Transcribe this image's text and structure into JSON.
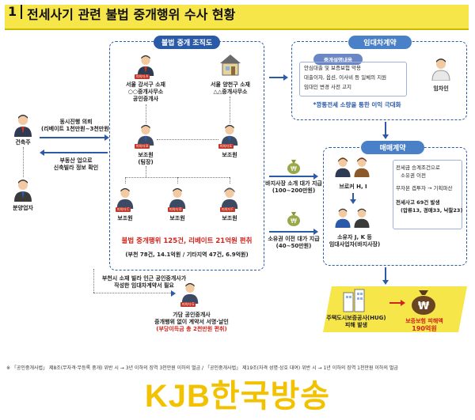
{
  "title": {
    "num": "1",
    "text": "전세사기 관련 불법 중개행위 수사 현황"
  },
  "org": {
    "label": "불법 중개 조직도",
    "office_a": {
      "tag": "피의자 A",
      "l1": "서울 강서구 소재",
      "l2": "○○중개사무소",
      "l3": "공인중개사"
    },
    "office_b": {
      "l1": "서울 양천구 소재",
      "l2": "△△중개사무소"
    },
    "tag_b": "피의자 B",
    "b_l1": "보조원",
    "b_l2": "(팀장)",
    "tag_e": "피의자 E",
    "e_l1": "보조원",
    "tag_c": "피의자 C",
    "c_l1": "보조원",
    "tag_d": "피의자 D",
    "d_l1": "보조원",
    "tag_f": "피의자 F",
    "f_l1": "보조원",
    "summary_main": "불법 중개행위 125건, 리베이트 21억원 편취",
    "summary_sub": "(부천 78건, 14.1억원 / 기타지역 47건, 6.9억원)"
  },
  "left": {
    "builder": "건축주",
    "seller": "분양업자",
    "upper_l1": "동시진행 의뢰",
    "upper_l2": "(리베이트 1천만원~3천만원)",
    "lower_l1": "부동산 업으로",
    "lower_l2": "신축빌라 정보 확인"
  },
  "lease": {
    "label": "임대차계약",
    "sub": "중개설명내용",
    "items": [
      "안심대출 및 보증보험 악용",
      "대출이자, 옵션, 이사비 등 일체의 지원",
      "임대인 변경 사전 고지"
    ],
    "note": "*깡통전세 소량을 통한 이익 극대화",
    "tenant": "임차인"
  },
  "sale": {
    "label": "매매계약",
    "fee1_l1": "바지사장 소개 대가 지급",
    "fee1_l2": "(100~200만원)",
    "fee2_l1": "소유권 이전 대가 지급",
    "fee2_l2": "(40~50만원)",
    "brokers": "브로커 H, I",
    "owners_l1": "소유자 J, K 등",
    "owners_l2": "임대사업자(바지사장)",
    "items": [
      "전세금 승계조건으로",
      "소유권 이전",
      "무자본 갭투자 → 기획파산"
    ],
    "fraud_l1": "전세사고 69건 발생",
    "fraud_l2": "(압류13, 경매33, 낙찰23)"
  },
  "fake": {
    "l1": "부천시 소재 빌라 인근 공인중개사가",
    "l2": "작성한 임대차계약서 필요",
    "tag": "피의자 G",
    "p1": "가담 공인중개사",
    "p2": "중개행위 없이 계약서 서명·날인",
    "p3": "(부당이득금 총 2천만원 편취)"
  },
  "hug": {
    "l1": "주택도시보증공사(HUG)",
    "l2": "피해 발생",
    "loss_l1": "보증보험 피해액",
    "loss_l2": "190억원"
  },
  "footnote": "※ 「공인중개사법」 제8조(무자격·무등록 중개) 위반 시 → 3년 이하의 징역 3천만원 이하의 벌금 / 「공인중개사법」 제19조(자격 성명·상호 대여) 위반 시 → 1년 이하의 징역 1천만원 이하의 벌금",
  "logo": "KJB한국방송",
  "colors": {
    "accent": "#2b5aa8",
    "highlight": "#f7e64a",
    "alert": "#d0231d",
    "logo": "#f2c200"
  }
}
